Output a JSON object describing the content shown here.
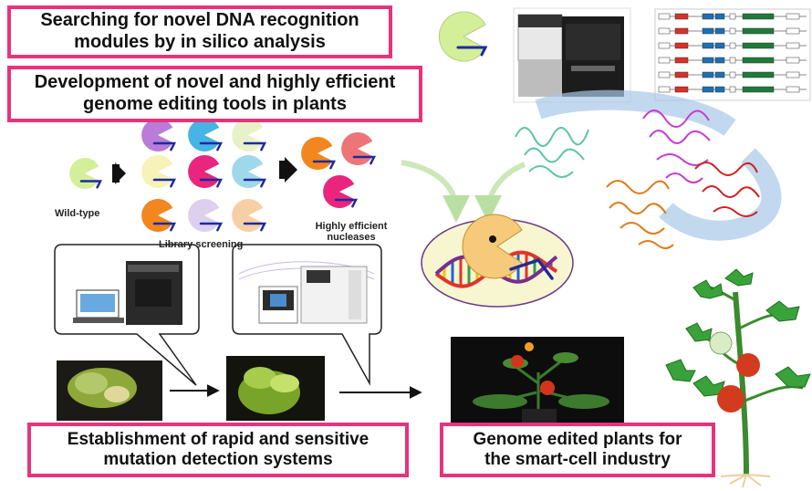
{
  "boxes": {
    "search": {
      "line1": "Searching for novel DNA recognition",
      "line2": "modules by in silico analysis"
    },
    "development": {
      "line1": "Development of novel and highly efficient",
      "line2": "genome editing tools in plants"
    },
    "establishment": {
      "line1": "Establishment of rapid and sensitive",
      "line2": "mutation detection systems"
    },
    "genome": {
      "line1": "Genome edited plants for",
      "line2": "the smart-cell industry"
    }
  },
  "labels": {
    "wild_type": "Wild-type",
    "library": "Library screening",
    "nuclease1": "Highly efficient",
    "nuclease2": "nucleases"
  },
  "colors": {
    "frame": "#e8327c",
    "wild_type": "#d4ef9a",
    "library": [
      "#b97cd8",
      "#46b4e4",
      "#e8f2c8",
      "#f6f2b8",
      "#e9257e",
      "#9fd8ea",
      "#f3861f",
      "#dcd0ee",
      "#f6cfa6"
    ],
    "nucleases": [
      "#f3861f",
      "#ee7577",
      "#e9257e"
    ],
    "dna_strand_1": "#e2332b",
    "dna_strand_2": "#7a2d8c"
  }
}
